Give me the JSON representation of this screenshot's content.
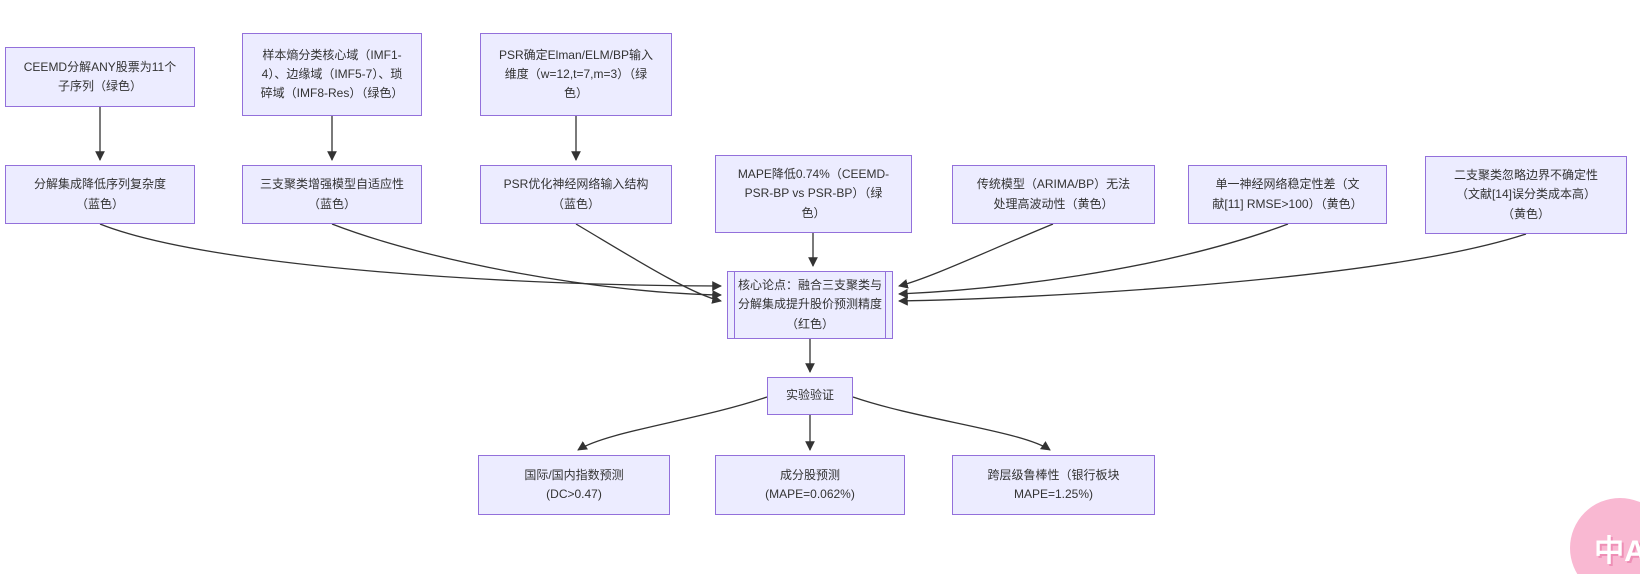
{
  "diagram": {
    "background": "#ffffff",
    "node_fill": "#ECECFF",
    "node_border": "#9370DB",
    "arrow_color": "#333333",
    "nodes": [
      {
        "id": "ceemd-decompose",
        "label": "CEEMD分解ANY股票为11个\n子序列（绿色）"
      },
      {
        "id": "sample-entropy",
        "label": "样本熵分类核心域（IMF1-\n4）、边缘域（IMF5-7）、琐\n碎域（IMF8-Res）（绿色）"
      },
      {
        "id": "psr-input-dim",
        "label": "PSR确定Elman/ELM/BP输入\n维度（w=12,t=7,m=3）（绿\n色）"
      },
      {
        "id": "decomp-complexity",
        "label": "分解集成降低序列复杂度\n（蓝色）"
      },
      {
        "id": "three-way-adaptive",
        "label": "三支聚类增强模型自适应性\n（蓝色）"
      },
      {
        "id": "psr-optimize",
        "label": "PSR优化神经网络输入结构\n（蓝色）"
      },
      {
        "id": "mape-reduce",
        "label": "MAPE降低0.74%（CEEMD-\nPSR-BP vs PSR-BP）（绿\n色）"
      },
      {
        "id": "traditional-limit",
        "label": "传统模型（ARIMA/BP）无法\n处理高波动性（黄色）"
      },
      {
        "id": "single-nn-unstable",
        "label": "单一神经网络稳定性差（文\n献[11] RMSE>100）（黄色）"
      },
      {
        "id": "two-way-limit",
        "label": "二支聚类忽略边界不确定性\n（文献[14]误分类成本高）\n（黄色）"
      },
      {
        "id": "core-thesis",
        "label": "核心论点：融合三支聚类与\n分解集成提升股价预测精度\n（红色）"
      },
      {
        "id": "experiment",
        "label": "实验验证"
      },
      {
        "id": "index-prediction",
        "label": "国际/国内指数预测\n(DC>0.47)"
      },
      {
        "id": "constituent-prediction",
        "label": "成分股预测\n(MAPE=0.062%)"
      },
      {
        "id": "cross-level-robust",
        "label": "跨层级鲁棒性（银行板块\nMAPE=1.25%)"
      }
    ]
  },
  "badge": {
    "icon_name": "translate-icon",
    "label": "中A",
    "color": "#f9b8d2"
  }
}
